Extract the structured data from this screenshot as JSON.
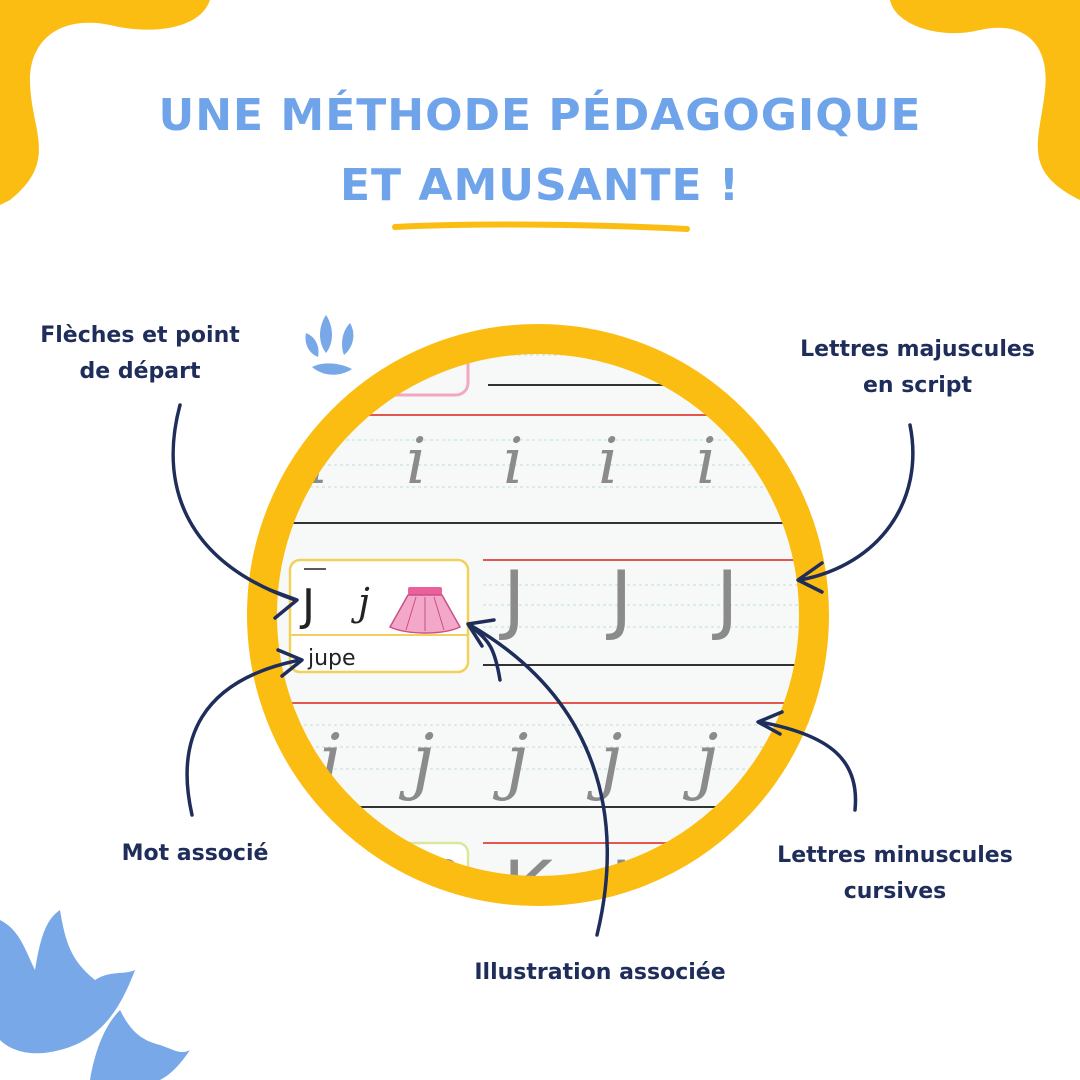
{
  "header": {
    "line1": "UNE MÉTHODE PÉDAGOGIQUE",
    "line2": "ET AMUSANTE !"
  },
  "labels": {
    "arrows_line1": "Flèches et point",
    "arrows_line2": "de départ",
    "uppercase_line1": "Lettres majuscules",
    "uppercase_line2": "en script",
    "word": "Mot associé",
    "lowercase_line1": "Lettres minuscules",
    "lowercase_line2": "cursives",
    "illustration": "Illustration associée"
  },
  "worksheet": {
    "letter_i": "i",
    "letter_J": "J",
    "letter_j": "j",
    "letter_K": "K",
    "word_card": "jupe"
  },
  "colors": {
    "title_blue": "#6fa3ea",
    "accent_yellow": "#fbbd12",
    "label_navy": "#1f2d5a",
    "decor_blue": "#78a8e8"
  }
}
